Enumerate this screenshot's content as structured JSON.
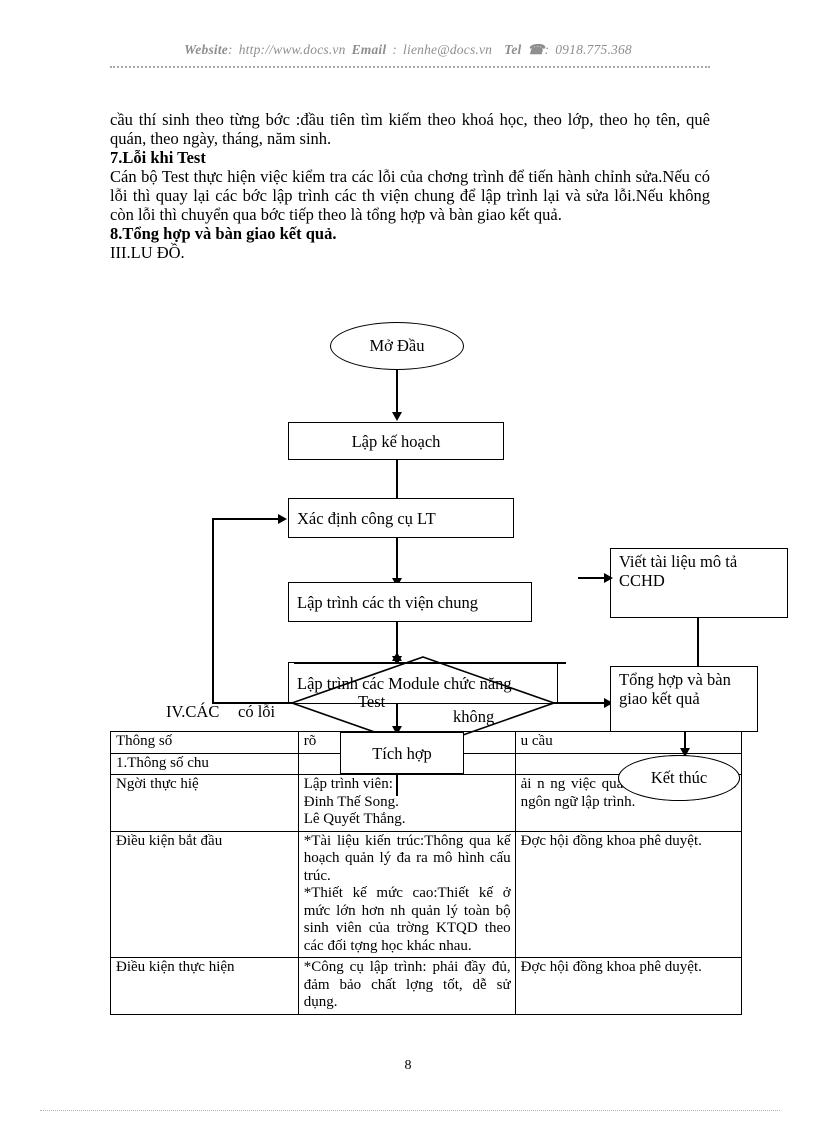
{
  "header": {
    "website_label": "Website",
    "website_sep": ":",
    "website_url": "http://www.docs.vn",
    "email_label": "Email",
    "email_sep": ":",
    "email_value": "lienhe@docs.vn",
    "tel_label": "Tel",
    "tel_icon": "telephone-icon",
    "tel_sep": ":",
    "tel_value": "0918.775.368"
  },
  "body": {
    "para1": "cầu thí sinh theo từng bớc   :đầu tiên tìm kiếm theo khoá học, theo lớp, theo họ tên, quê quán, theo ngày, tháng, năm sinh.",
    "heading7": "7.Lỗi khi Test",
    "para2": " Cán bộ Test thực hiện việc kiểm tra các lỗi của chơng   trình để tiến hành chỉnh sửa.Nếu có lỗi thì quay lại các bớc   lập trình các th   viện chung để lập trình lại và sửa lỗi.Nếu không còn lỗi thì chuyển qua bớc   tiếp theo là tổng hợp và bàn giao kết quả.",
    "heading8": "8.Tổng hợp và bàn giao kết quả.",
    "heading_iii": "III.LU   ĐỒ."
  },
  "flowchart": {
    "start_oval": "Mở Đầu",
    "box_plan": "Lập kế hoạch",
    "box_tools": "Xác định công cụ LT",
    "box_libs": "Lập trình các th   viện chung",
    "box_modules": "Lập trình các Module chức năng",
    "box_doc": "Viết tài liệu mô tả CCHD",
    "box_integrate": "Tích hợp",
    "box_deliver": "Tổng hợp và bàn giao kết quả",
    "decision_test": "Test",
    "label_error": "có lỗi",
    "label_no_error": "không",
    "end_oval": "Kết thúc"
  },
  "section_iv": {
    "heading": "IV.CÁC"
  },
  "table": {
    "rows": [
      {
        "col_a": [
          "Thông số"
        ],
        "col_b": [
          "rõ"
        ],
        "col_c": [
          "u cầu"
        ]
      },
      {
        "col_a": [
          "1.Thông số chu"
        ],
        "col_b": [
          ""
        ],
        "col_c": [
          ""
        ]
      },
      {
        "col_a": [
          "Ngời   thực hiệ"
        ],
        "col_b": [
          "Lập trình viên:",
          "Đinh Thế Song.",
          "Lê Quyết Thắng."
        ],
        "col_c": [
          "ải n                       ng việc quản                dụng thành thạo ngôn ngữ lập trình."
        ]
      },
      {
        "col_a": [
          "Điều kiện bắt đầu"
        ],
        "col_b": [
          "*Tài liệu kiến trúc:Thông qua kế hoạch quản lý đa ra mô hình cấu trúc.",
          "*Thiết kế mức cao:Thiết kế ở mức lớn hơn nh   quản lý toàn bộ sinh viên của trờng   KTQD theo các đối tợng   học khác nhau."
        ],
        "col_c": [
          "Đợc   hội đồng khoa phê duyệt."
        ]
      },
      {
        "col_a": [
          "Điều kiện thực hiện"
        ],
        "col_b": [
          "*Công cụ lập trình: phải đầy đủ, đảm bảo chất lợng   tốt, dễ sử dụng."
        ],
        "col_c": [
          "Đợc   hội đồng khoa phê duyệt."
        ]
      }
    ]
  },
  "page_number": "8"
}
